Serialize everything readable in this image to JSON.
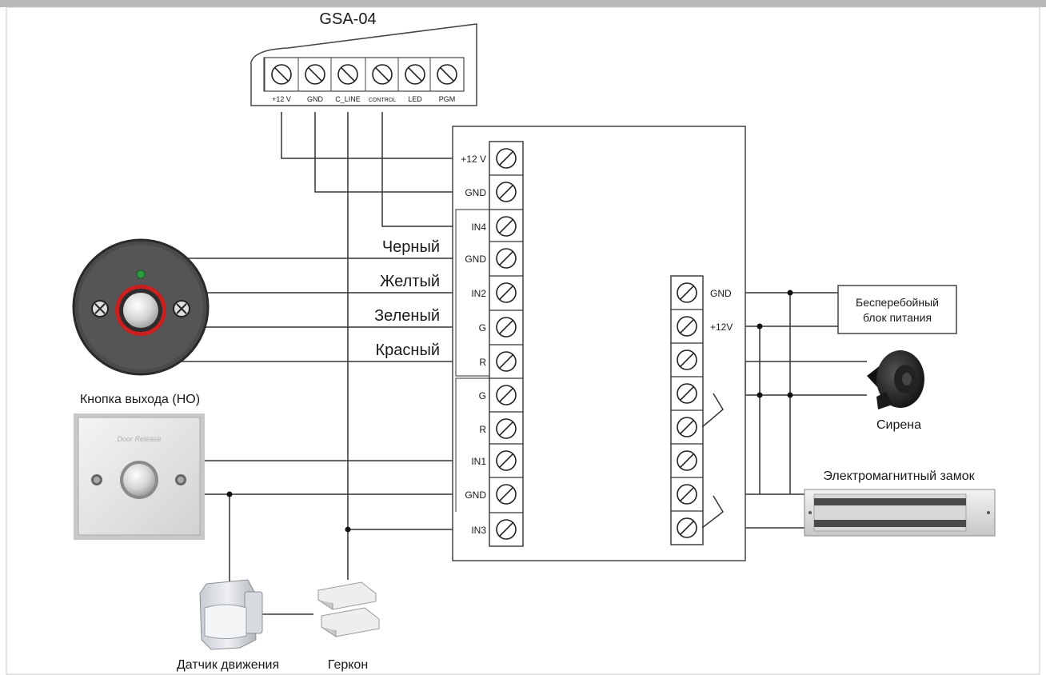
{
  "module": {
    "title": "GSA-04",
    "terminals": [
      "+12 V",
      "GND",
      "C_LINE",
      "CONTROL",
      "LED",
      "PGM"
    ]
  },
  "controller": {
    "left_terminals": [
      "+12 V",
      "GND",
      "IN4",
      "GND",
      "IN2",
      "G",
      "R",
      "G",
      "R",
      "IN1",
      "GND",
      "IN3"
    ],
    "right_terminals": [
      "GND",
      "+12V"
    ]
  },
  "reader_wires": [
    "Черный",
    "Желтый",
    "Зеленый",
    "Красный"
  ],
  "labels": {
    "exit_button": "Кнопка выхода (НО)",
    "door_release": "Door Release",
    "motion_sensor": "Датчик движения",
    "reed_switch": "Геркон",
    "ups": [
      "Бесперебойный",
      "блок питания"
    ],
    "siren": "Сирена",
    "maglock": "Электромагнитный замок"
  },
  "colors": {
    "line": "#333333",
    "reader_body": "#4a4a4a",
    "reader_ring": "#c8201f",
    "led": "#2a9a3a",
    "top_bar": "#b8b8b8"
  }
}
